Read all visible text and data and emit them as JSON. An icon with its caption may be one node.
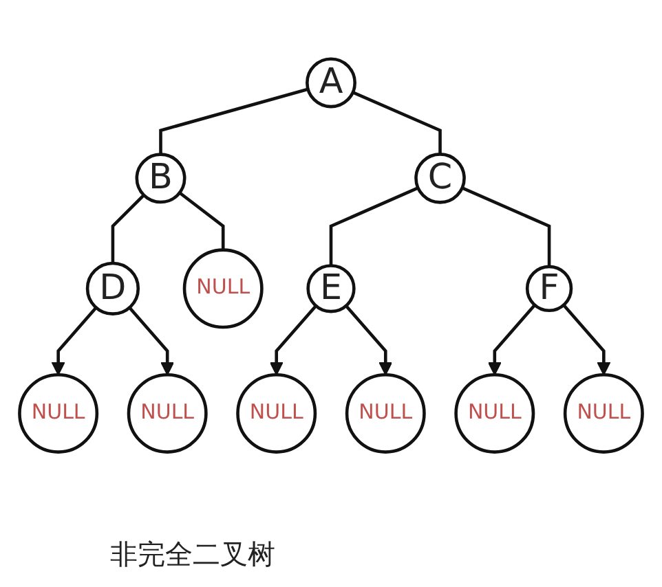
{
  "diagram": {
    "caption": "非完全二叉树",
    "nodes": [
      {
        "text": [
          "A"
        ]
      },
      {
        "text": [
          "B"
        ]
      },
      {
        "text": [
          "C"
        ]
      },
      {
        "text": [
          "D"
        ]
      },
      {
        "text": [
          "NULL"
        ]
      },
      {
        "text": [
          "E"
        ]
      },
      {
        "text": [
          "F"
        ]
      },
      {
        "text": [
          "NULL"
        ]
      },
      {
        "text": [
          "NULL"
        ]
      },
      {
        "text": [
          "NULL"
        ]
      },
      {
        "text": [
          "NULL"
        ]
      },
      {
        "text": [
          "NULL"
        ]
      },
      {
        "text": [
          "NULL"
        ]
      }
    ],
    "edges": [
      {
        "from": 0,
        "to": 1,
        "arrow": "none"
      },
      {
        "from": 0,
        "to": 2,
        "arrow": "none"
      },
      {
        "from": 1,
        "to": 3,
        "arrow": "none"
      },
      {
        "from": 1,
        "to": 4,
        "arrow": "none"
      },
      {
        "from": 2,
        "to": 5,
        "arrow": "none"
      },
      {
        "from": 2,
        "to": 6,
        "arrow": "none"
      },
      {
        "from": 3,
        "to": 7,
        "arrow": "to"
      },
      {
        "from": 3,
        "to": 8,
        "arrow": "to"
      },
      {
        "from": 5,
        "to": 9,
        "arrow": "to"
      },
      {
        "from": 5,
        "to": 10,
        "arrow": "to"
      },
      {
        "from": 6,
        "to": 11,
        "arrow": "to"
      },
      {
        "from": 6,
        "to": 12,
        "arrow": "to"
      }
    ]
  }
}
